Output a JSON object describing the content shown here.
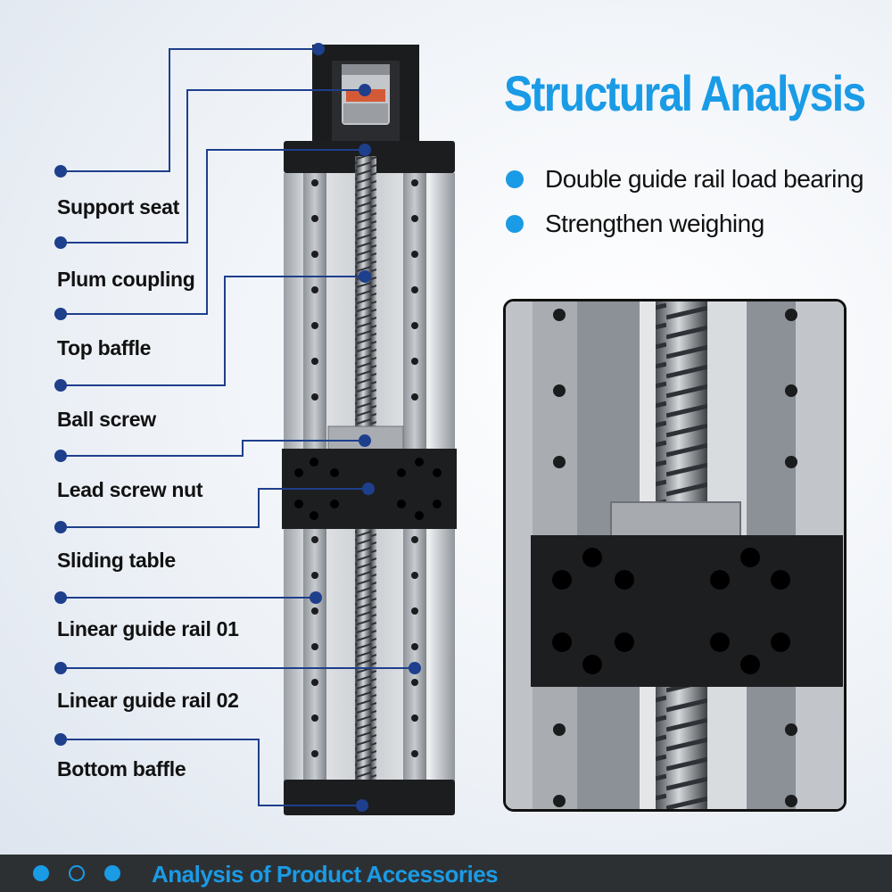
{
  "title": "Structural Analysis",
  "features": [
    "Double guide rail load bearing",
    "Strengthen weighing"
  ],
  "parts": [
    "Support seat",
    "Plum coupling",
    "Top baffle",
    "Ball screw",
    "Lead screw nut",
    "Sliding table",
    "Linear guide rail 01",
    "Linear guide rail 02",
    "Bottom baffle"
  ],
  "footer": {
    "text": "Analysis of Product Accessories"
  },
  "colors": {
    "accent": "#1a9be6",
    "callout_dot": "#1e3f8c",
    "footer_bg": "#2d3033"
  }
}
